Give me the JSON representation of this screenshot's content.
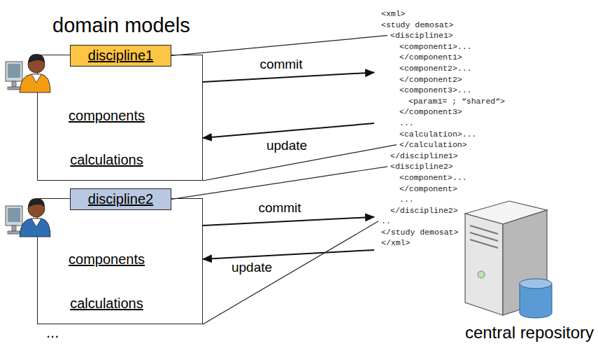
{
  "diagram": {
    "title": "domain models",
    "nodes": [
      {
        "text": [
          "discipline1"
        ]
      },
      {
        "text": [
          "components"
        ],
        "in": 0
      },
      {
        "text": [
          "calculations"
        ],
        "in": 0
      },
      {
        "text": [
          "discipline2"
        ]
      },
      {
        "text": [
          "components"
        ],
        "in": 3
      },
      {
        "text": [
          "calculations"
        ],
        "in": 3
      },
      {
        "text": [
          "<xml>",
          "<study demosat>",
          "<discipline1>",
          "<component1>...",
          "</component1>",
          "<component2>...",
          "</component2>",
          "<component3>...",
          "<param1= ; “shared“>",
          "</component3>",
          "...",
          "<calculation>...",
          "</calculation>",
          "</discipline1>",
          "<discipline2>",
          "<component>...",
          "</component>",
          "...",
          "</discipline2>",
          "..",
          "</study demosat>",
          "</xml>"
        ]
      }
    ],
    "edges": [
      {
        "from": 0,
        "to": 6,
        "label": "commit",
        "arrow": "to"
      },
      {
        "from": 6,
        "to": 0,
        "label": "update",
        "arrow": "to"
      },
      {
        "from": 0,
        "to": 6,
        "arrow": "none"
      },
      {
        "from": 0,
        "to": 6,
        "arrow": "none"
      },
      {
        "from": 3,
        "to": 6,
        "label": "commit",
        "arrow": "to"
      },
      {
        "from": 6,
        "to": 3,
        "label": "update",
        "arrow": "to"
      },
      {
        "from": 3,
        "to": 6,
        "arrow": "none"
      },
      {
        "from": 3,
        "to": 6,
        "arrow": "none"
      }
    ],
    "labels": [
      "central repository",
      "..."
    ]
  }
}
